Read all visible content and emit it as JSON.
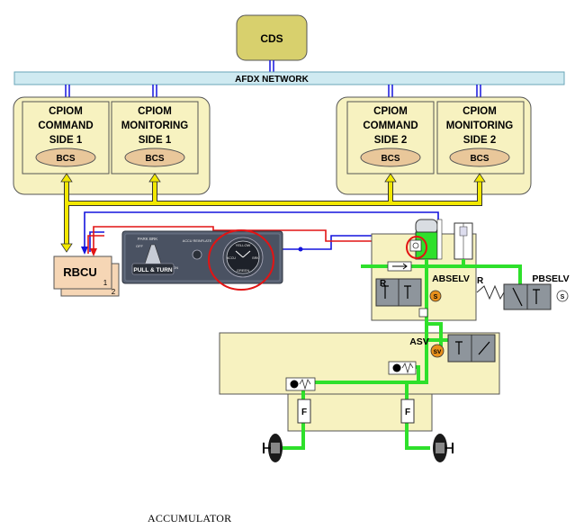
{
  "cds": {
    "label": "CDS"
  },
  "afdx": {
    "label": "AFDX NETWORK"
  },
  "cpiom": {
    "cmd1": {
      "line1": "CPIOM",
      "line2": "COMMAND",
      "line3": "SIDE 1",
      "bcs": "BCS"
    },
    "mon1": {
      "line1": "CPIOM",
      "line2": "MONITORING",
      "line3": "SIDE 1",
      "bcs": "BCS"
    },
    "cmd2": {
      "line1": "CPIOM",
      "line2": "COMMAND",
      "line3": "SIDE 2",
      "bcs": "BCS"
    },
    "mon2": {
      "line1": "CPIOM",
      "line2": "MONITORING",
      "line3": "SIDE 2",
      "bcs": "BCS"
    }
  },
  "rbcu": {
    "label": "RBCU",
    "unit1": "1",
    "unit2": "2"
  },
  "panel": {
    "park_label": "PARK BRK",
    "off_label": "OFF",
    "on_label": "ON",
    "button_label": "PULL & TURN",
    "accu_label": "ACCU REINFLATE",
    "gauge_top": "YELLOW",
    "gauge_bottom": "GREEN",
    "gauge_left": "ACCU",
    "gauge_right": "BRK"
  },
  "valves": {
    "abselv": "ABSELV",
    "pbselv": "PBSELV",
    "asv": "ASV",
    "r1": "R",
    "r2": "R",
    "s1": "S",
    "s2": "S",
    "sv": "SV",
    "f1": "F",
    "f2": "F"
  },
  "caption": "ACCUMULATOR",
  "colors": {
    "cream": "#f7f2c0",
    "afdx": "#cfeaf1",
    "cds": "#d8d06d",
    "bcs": "#e9c79a",
    "rbcu": "#f6d6b5",
    "yellow_line": "#f2e800",
    "green_line": "#2ee02b",
    "blue_line": "#1414dd",
    "red_line": "#e21414",
    "orange": "#e8901c"
  }
}
